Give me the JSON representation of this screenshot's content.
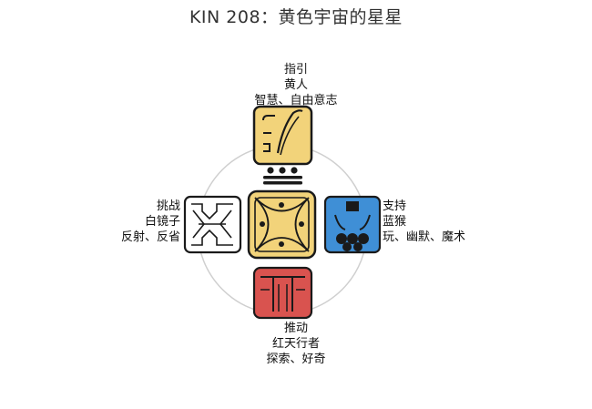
{
  "title": "KIN 208：黄色宇宙的星星",
  "guide": {
    "lines": [
      "指引",
      "黄人",
      "智慧、自由意志"
    ]
  },
  "challenge": {
    "lines": [
      "挑战",
      "白镜子",
      "反射、反省"
    ]
  },
  "support": {
    "lines": [
      "支持",
      "蓝猴",
      "玩、幽默、魔术"
    ]
  },
  "push": {
    "lines": [
      "推动",
      "红天行者",
      "探索、好奇"
    ]
  },
  "colors": {
    "yellow": "#f2d37a",
    "blue": "#3f8fd6",
    "red": "#d9534f",
    "white": "#ffffff",
    "outline": "#1a1a1a",
    "circle": "#cfcfcf"
  },
  "icons": {
    "center": "yellow-star-glyph",
    "top": "yellow-human-glyph",
    "left": "white-mirror-glyph",
    "right": "blue-monkey-glyph",
    "bottom": "red-skywalker-glyph",
    "tone": "cosmic-tone-13-glyph"
  }
}
